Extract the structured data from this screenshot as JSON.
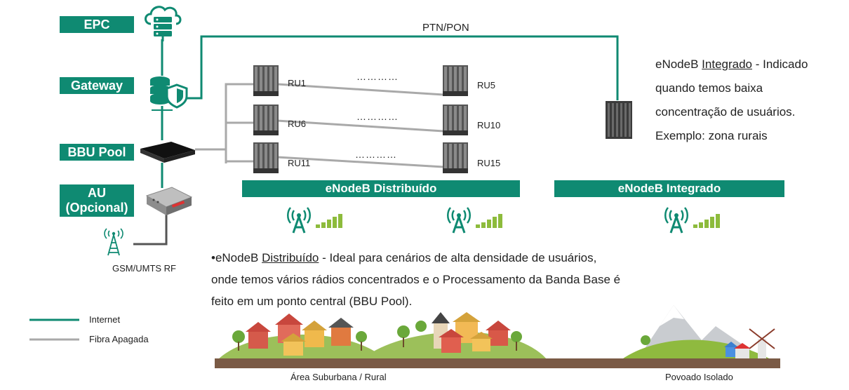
{
  "labels": {
    "epc": "EPC",
    "gateway": "Gateway",
    "bbu_pool": "BBU Pool",
    "au_line1": "AU",
    "au_line2": "(Opcional)"
  },
  "network": {
    "ptn_pon": "PTN/PON",
    "gsm_umts": "GSM/UMTS RF",
    "ru_labels": [
      "RU1",
      "RU5",
      "RU6",
      "RU10",
      "RU11",
      "RU15"
    ],
    "dots": "…………"
  },
  "bands": {
    "distribuido": "eNodeB Distribuído",
    "integrado": "eNodeB Integrado"
  },
  "integrado_text": {
    "term": "Integrado",
    "line1_prefix": "eNodeB ",
    "line1_suffix": " - Indicado",
    "line2": "quando temos baixa",
    "line3": "concentração de usuários.",
    "line4": "Exemplo: zona rurais"
  },
  "distribuido_text": {
    "prefix": "•eNodeB ",
    "term": "Distribuído",
    "line1_suffix": " - Ideal para cenários de alta densidade de usuários,",
    "line2": "onde temos vários rádios concentrados e o Processamento da Banda Base é",
    "line3": "feito em um ponto central (BBU Pool)."
  },
  "legend": {
    "internet": "Internet",
    "fibra": "Fibra Apagada"
  },
  "scene": {
    "suburbana": "Área Suburbana / Rural",
    "povoado": "Povoado Isolado"
  },
  "colors": {
    "teal": "#0f8a72",
    "fiber_gray": "#a9a9a9",
    "signal_green": "#8dbb3c",
    "ground": "#7a5a45",
    "hill": "#9cc05a"
  }
}
